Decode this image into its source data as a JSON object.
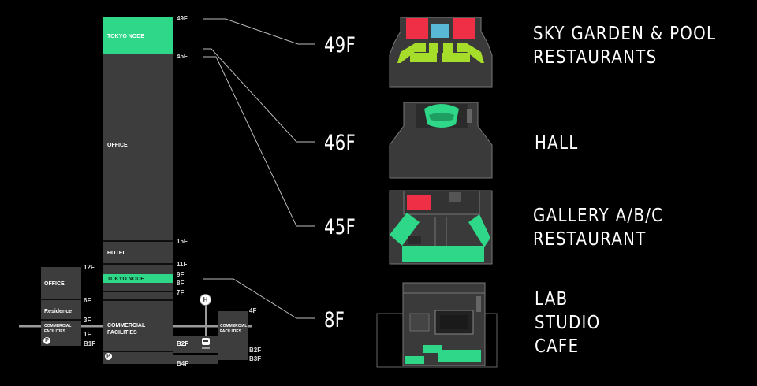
{
  "tower": {
    "tokyo_node_top": "TOKYO NODE",
    "office": "OFFICE",
    "hotel": "HOTEL",
    "tokyo_node_mid": "TOKYO NODE",
    "commercial": "COMMERCIAL FACILITIES",
    "floors": {
      "f49": "49F",
      "f45": "45F",
      "f15": "15F",
      "f11": "11F",
      "f9": "9F",
      "f8": "8F",
      "f7": "7F",
      "f4": "4F",
      "b2": "B2F",
      "b4": "B4F"
    }
  },
  "left_building": {
    "office": "OFFICE",
    "residence": "Residence",
    "commercial": "COMMERCIAL FACILITIES",
    "floors": {
      "f12": "12F",
      "f6": "6F",
      "f3": "3F",
      "f1": "1F",
      "b1": "B1F"
    }
  },
  "right_building": {
    "commercial": "COMMERCIAL FACILITIES",
    "floors": {
      "b2": "B2F",
      "b3": "B3F"
    }
  },
  "icons": {
    "parking": "P",
    "hub": "H"
  },
  "levels": [
    {
      "floor": "49F",
      "lines": [
        "SKY GARDEN & POOL",
        "RESTAURANTS"
      ]
    },
    {
      "floor": "46F",
      "lines": [
        "HALL"
      ]
    },
    {
      "floor": "45F",
      "lines": [
        "GALLERY A/B/C",
        "RESTAURANT"
      ]
    },
    {
      "floor": "8F",
      "lines": [
        "LAB",
        "STUDIO",
        "CAFE"
      ]
    }
  ],
  "colors": {
    "green": "#2ed888",
    "red": "#ef2f46",
    "blue": "#59b8d6",
    "lime": "#a6dc2a",
    "panel": "#3d3d3d",
    "plan": "#3a3a3a"
  }
}
